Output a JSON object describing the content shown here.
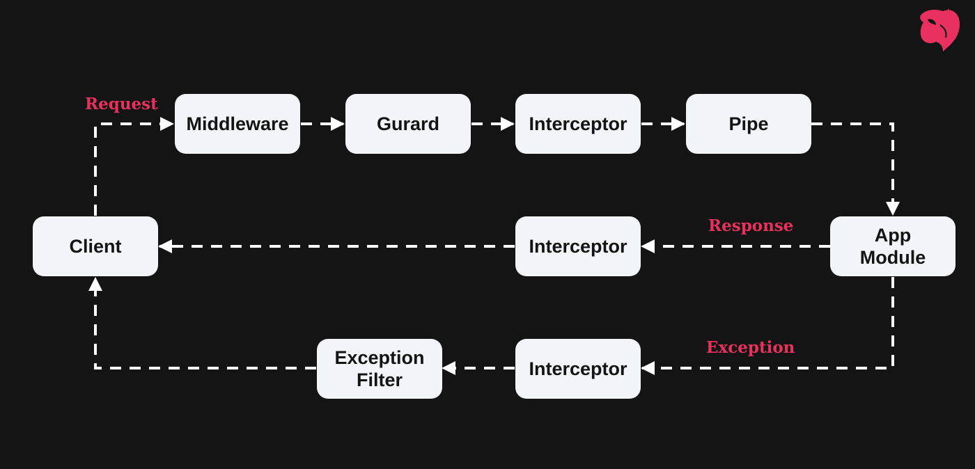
{
  "colors": {
    "background": "#141414",
    "node_fill": "#f3f4f7",
    "node_text": "#141414",
    "accent": "#e8315f",
    "connector": "#ffffff"
  },
  "icons": {
    "logo": "nestjs-logo-icon"
  },
  "nodes": {
    "middleware": "Middleware",
    "guard": "Gurard",
    "interceptor_request": "Interceptor",
    "pipe": "Pipe",
    "client": "Client",
    "interceptor_response": "Interceptor",
    "app_module": "App\nModule",
    "exception_filter": "Exception\nFilter",
    "interceptor_exception": "Interceptor"
  },
  "labels": {
    "request": "Request",
    "response": "Response",
    "exception": "Exception"
  }
}
